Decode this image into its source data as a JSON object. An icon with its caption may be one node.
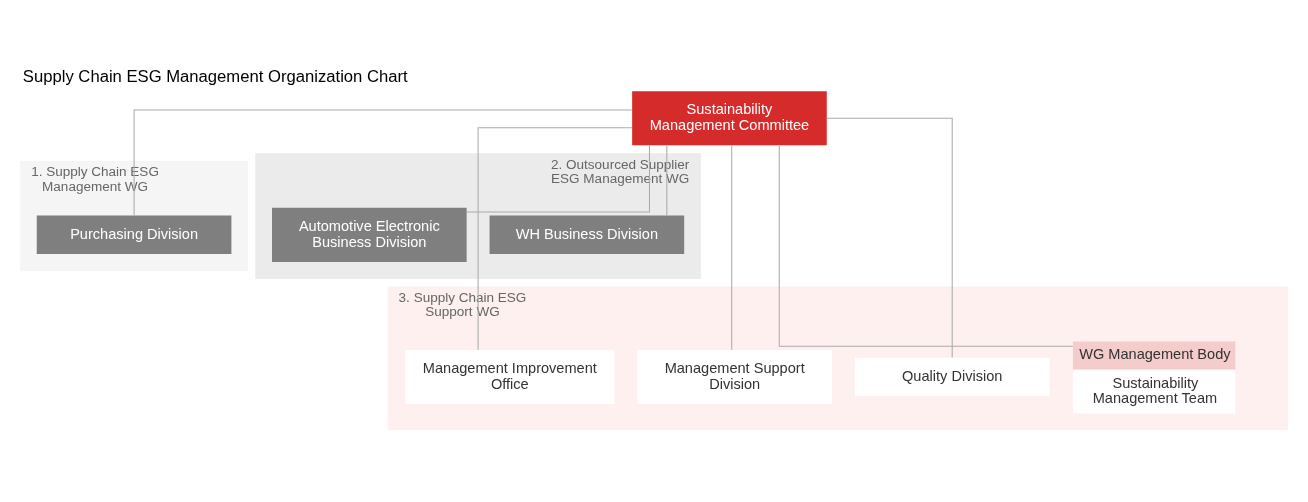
{
  "diagram": {
    "title": "Supply Chain ESG Management Organization Chart",
    "nodes": [
      {
        "text": [
          "Sustainability Management Committee"
        ]
      },
      {
        "text": [
          "1. Supply Chain ESG Management WG"
        ]
      },
      {
        "text": [
          "Purchasing Division"
        ],
        "in": 1
      },
      {
        "text": [
          "2. Outsourced Supplier ESG Management WG"
        ]
      },
      {
        "text": [
          "WH Business Division"
        ],
        "in": 3
      },
      {
        "text": [
          "Automotive Electronic Business Division"
        ],
        "in": 3
      },
      {
        "text": [
          "3. Supply Chain ESG Support WG"
        ]
      },
      {
        "text": [
          "Management Improvement Office"
        ],
        "in": 6
      },
      {
        "text": [
          "Management Support Division"
        ],
        "in": 6
      },
      {
        "text": [
          "Quality Division"
        ],
        "in": 6
      },
      {
        "text": [
          "WG Management Body",
          "Sustainability Management Team"
        ],
        "in": 6
      }
    ],
    "edges": [
      {
        "from": 0,
        "to": 2,
        "arrow": "none"
      },
      {
        "from": 0,
        "to": 4,
        "arrow": "none"
      },
      {
        "from": 0,
        "to": 5,
        "arrow": "none"
      },
      {
        "from": 0,
        "to": 7,
        "arrow": "none"
      },
      {
        "from": 0,
        "to": 8,
        "arrow": "none"
      },
      {
        "from": 0,
        "to": 9,
        "arrow": "none"
      },
      {
        "from": 0,
        "to": 10,
        "arrow": "none"
      }
    ]
  }
}
